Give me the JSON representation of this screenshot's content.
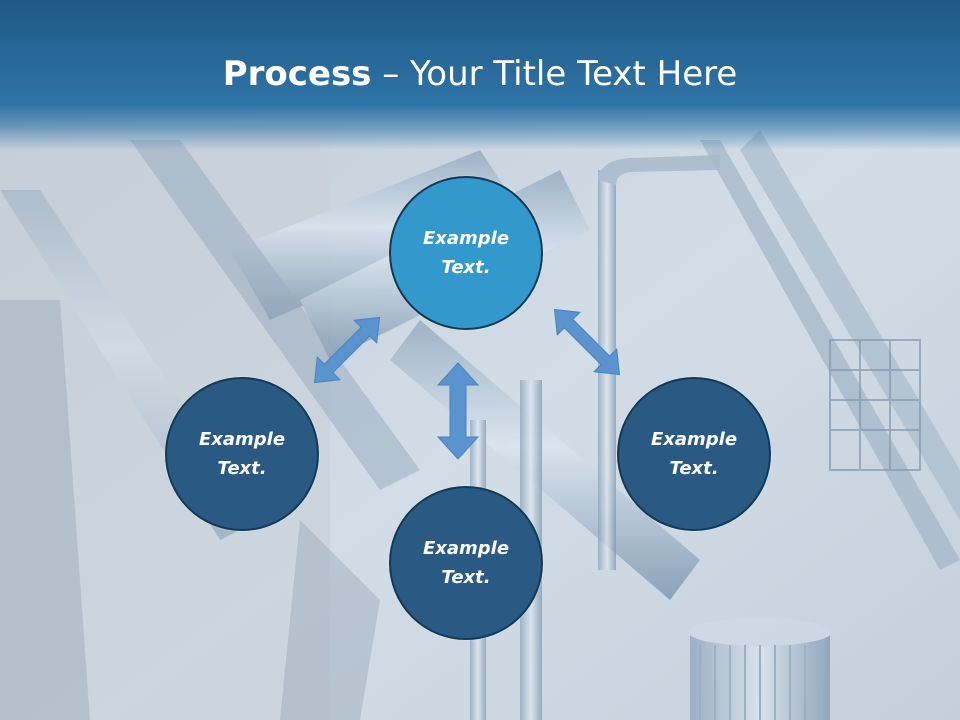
{
  "title": {
    "bold": "Process",
    "rest": " – Your Title Text Here"
  },
  "nodes": {
    "top": {
      "line1": "Example",
      "line2": "Text."
    },
    "left": {
      "line1": "Example",
      "line2": "Text."
    },
    "right": {
      "line1": "Example",
      "line2": "Text."
    },
    "bottom": {
      "line1": "Example",
      "line2": "Text."
    }
  },
  "colors": {
    "title_bar": "#2f73a6",
    "top_node": "#3399cc",
    "other_nodes": "#2a5a84",
    "arrows": "#5b93cf"
  }
}
